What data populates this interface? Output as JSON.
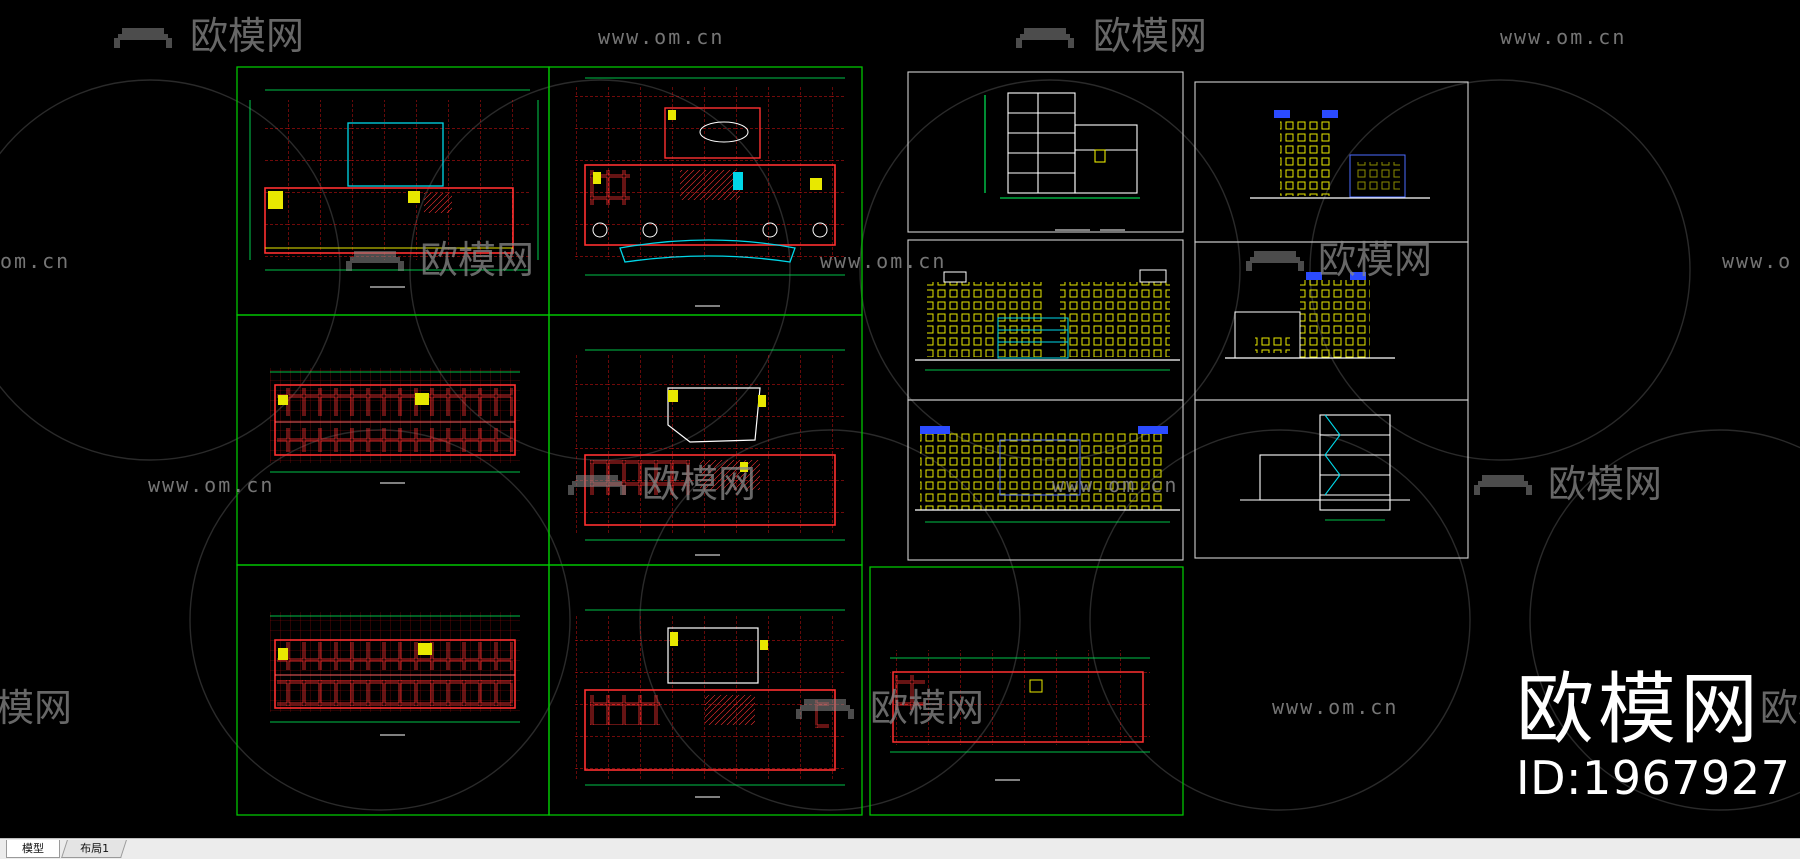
{
  "watermark": {
    "brand": "欧模网",
    "url": "www.om.cn",
    "url_cut_left": "om.cn",
    "url_cut_right": "www.o",
    "brand_cut_left": "欧模网",
    "brand_cut_right": "欧模网",
    "brand_big": "欧模网",
    "id_label": "ID:1967927"
  },
  "tabs": [
    {
      "label": "模型"
    },
    {
      "label": "布局1"
    }
  ],
  "colors": {
    "background": "#000000",
    "frame": "#00c400",
    "wall": "#ff3030",
    "grid": "#d01010",
    "dim": "#00ff60",
    "facade": "#e8e800",
    "window_blue": "#2b4bff",
    "cyan": "#00d7e8",
    "white": "#ffffff"
  }
}
